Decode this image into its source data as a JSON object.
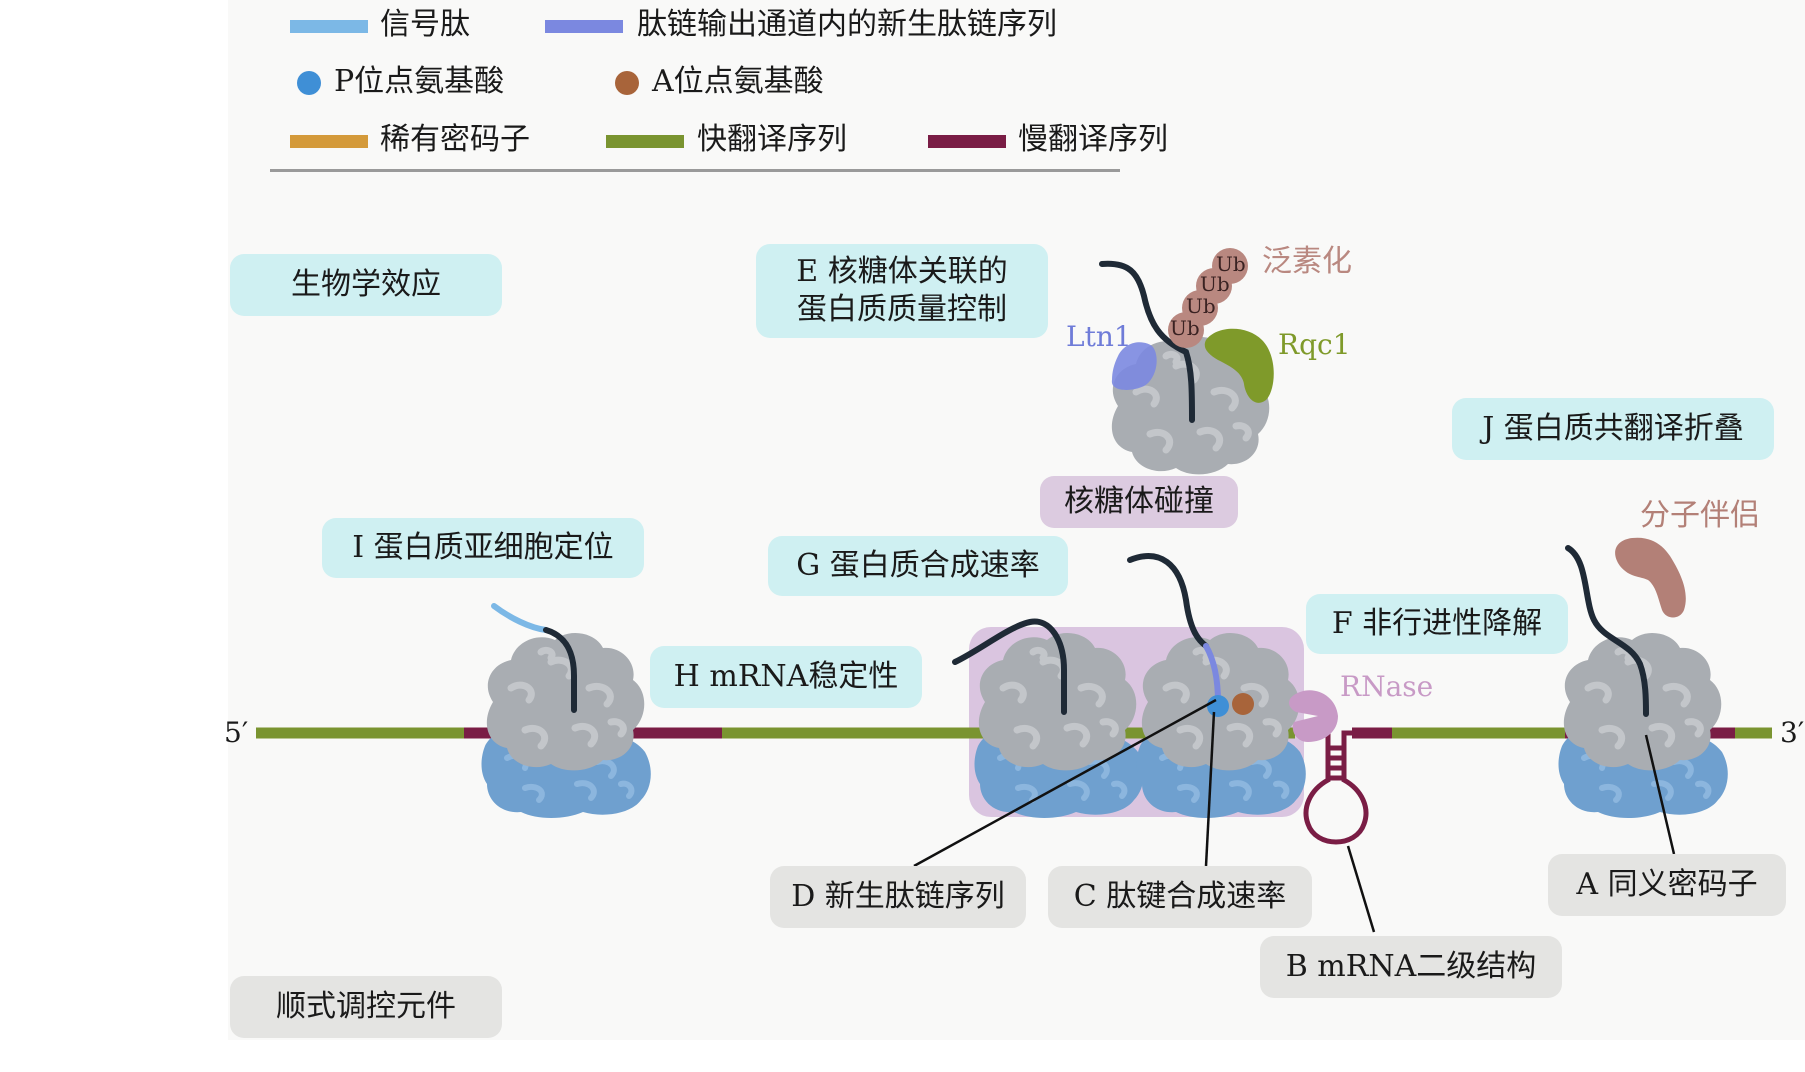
{
  "legend": {
    "signal_peptide": "信号肽",
    "exit_tunnel": "肽链输出通道内的新生肽链序列",
    "p_site": "P位点氨基酸",
    "a_site": "A位点氨基酸",
    "rare_codon": "稀有密码子",
    "fast_seq": "快翻译序列",
    "slow_seq": "慢翻译序列"
  },
  "headings": {
    "bio_effects": "生物学效应",
    "cis_elements": "顺式调控元件"
  },
  "effects": {
    "e_line1": "E 核糖体关联的",
    "e_line2": "蛋白质质量控制",
    "j": "J 蛋白质共翻译折叠",
    "i": "I 蛋白质亚细胞定位",
    "g": "G 蛋白质合成速率",
    "h": "H mRNA稳定性",
    "f": "F 非行进性降解",
    "collision": "核糖体碰撞"
  },
  "elements": {
    "d": "D 新生肽链序列",
    "c": "C 肽键合成速率",
    "b": "B mRNA二级结构",
    "a": "A 同义密码子"
  },
  "labels": {
    "ubiquitination": "泛素化",
    "ub": "Ub",
    "ltn1": "Ltn1",
    "rqc1": "Rqc1",
    "chaperone": "分子伴侣",
    "rnase": "RNase",
    "five_prime": "5′",
    "three_prime": "3′"
  },
  "colors": {
    "signal_peptide": "#7cb8e6",
    "exit_tunnel": "#7b88e0",
    "p_site": "#3f8fd6",
    "a_site": "#a8643a",
    "rare_codon": "#d49a3a",
    "fast": "#7a9430",
    "slow": "#7a1d45",
    "ribosome_large": "#a9adb2",
    "ribosome_small": "#6fa0cf",
    "ubiquitin": "#b98880",
    "ltn1": "#7b88e0",
    "rqc1": "#7f9a2a",
    "chaperone": "#b38077",
    "rnase": "#c89ac6"
  }
}
